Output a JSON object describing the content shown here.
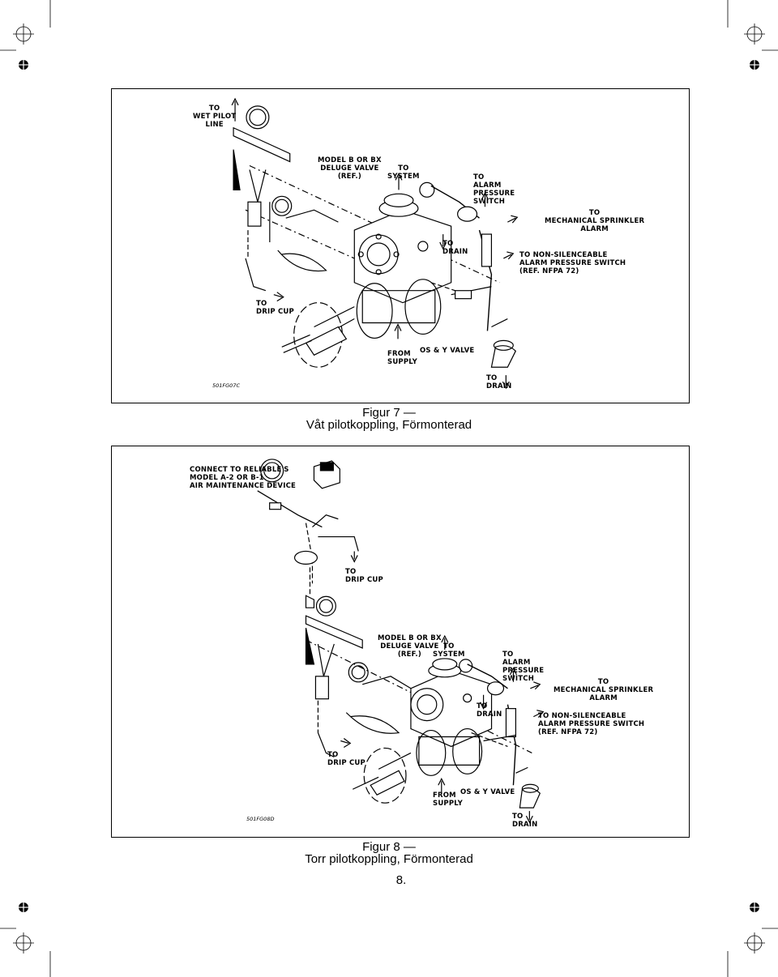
{
  "figure7": {
    "caption_line1": "Figur 7 —",
    "caption_line2": "Våt pilotkoppling, Förmonterad",
    "drawing_code": "501FG07C",
    "labels": {
      "wet_pilot": "TO\nWET PILOT\nLINE",
      "deluge_valve": "MODEL B OR BX\nDELUGE VALVE\n(REF.)",
      "to_system": "TO\nSYSTEM",
      "alarm_pressure_switch": "TO\nALARM\nPRESSURE\nSWITCH",
      "mechanical_sprinkler_alarm": "TO\nMECHANICAL SPRINKLER\nALARM",
      "to_drain_mid": "TO\nDRAIN",
      "non_silenceable": "TO NON-SILENCEABLE\nALARM PRESSURE SWITCH\n(REF. NFPA 72)",
      "drip_cup": "TO\nDRIP CUP",
      "from_supply": "FROM\nSUPPLY",
      "os_y_valve": "OS & Y VALVE",
      "to_drain_bottom": "TO\nDRAIN"
    }
  },
  "figure8": {
    "caption_line1": "Figur 8 —",
    "caption_line2": "Torr pilotkoppling, Förmonterad",
    "drawing_code": "501FG08D",
    "labels": {
      "connect_reliable": "CONNECT TO RELIABLE'S\nMODEL A-2 OR B-1\nAIR MAINTENANCE DEVICE",
      "drip_cup_top": "TO\nDRIP CUP",
      "deluge_valve": "MODEL B OR BX\nDELUGE VALVE\n(REF.)",
      "to_system": "TO\nSYSTEM",
      "alarm_pressure_switch": "TO\nALARM\nPRESSURE\nSWITCH",
      "mechanical_sprinkler_alarm": "TO\nMECHANICAL SPRINKLER\nALARM",
      "to_drain_mid": "TO\nDRAIN",
      "non_silenceable": "TO NON-SILENCEABLE\nALARM PRESSURE SWITCH\n(REF. NFPA 72)",
      "drip_cup": "TO\nDRIP CUP",
      "from_supply": "FROM\nSUPPLY",
      "os_y_valve": "OS & Y VALVE",
      "to_drain_bottom": "TO\nDRAIN"
    }
  },
  "page_number": "8."
}
